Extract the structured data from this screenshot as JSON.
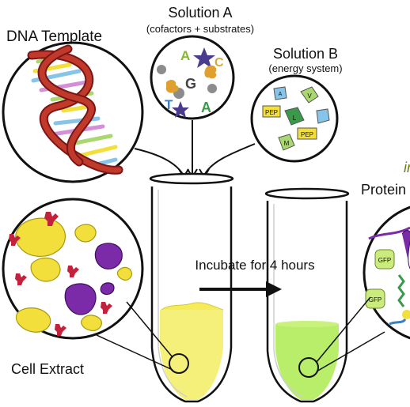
{
  "labels": {
    "dna_template": "DNA Template",
    "solution_a": "Solution A",
    "solution_a_sub": "(cofactors + substrates)",
    "solution_b": "Solution B",
    "solution_b_sub": "(energy system)",
    "cell_extract": "Cell Extract",
    "incubate": "Incubate for 4 hours",
    "protein_partial": "Protein",
    "italic_partial": "in"
  },
  "solution_a_letters": [
    "A",
    "C",
    "G",
    "T",
    "A"
  ],
  "solution_b_tags": [
    "PEP",
    "V",
    "L",
    "PEP",
    "M",
    "A"
  ],
  "protein_tags": [
    "GFP",
    "GFP"
  ],
  "colors": {
    "extract_yellow": "#f2df3c",
    "extract_purple": "#7b2aa8",
    "extract_red": "#c2223c",
    "tube_yellow": "#f4f07a",
    "tube_green": "#b8ee6a",
    "dna_backbone": "#c0392b"
  }
}
